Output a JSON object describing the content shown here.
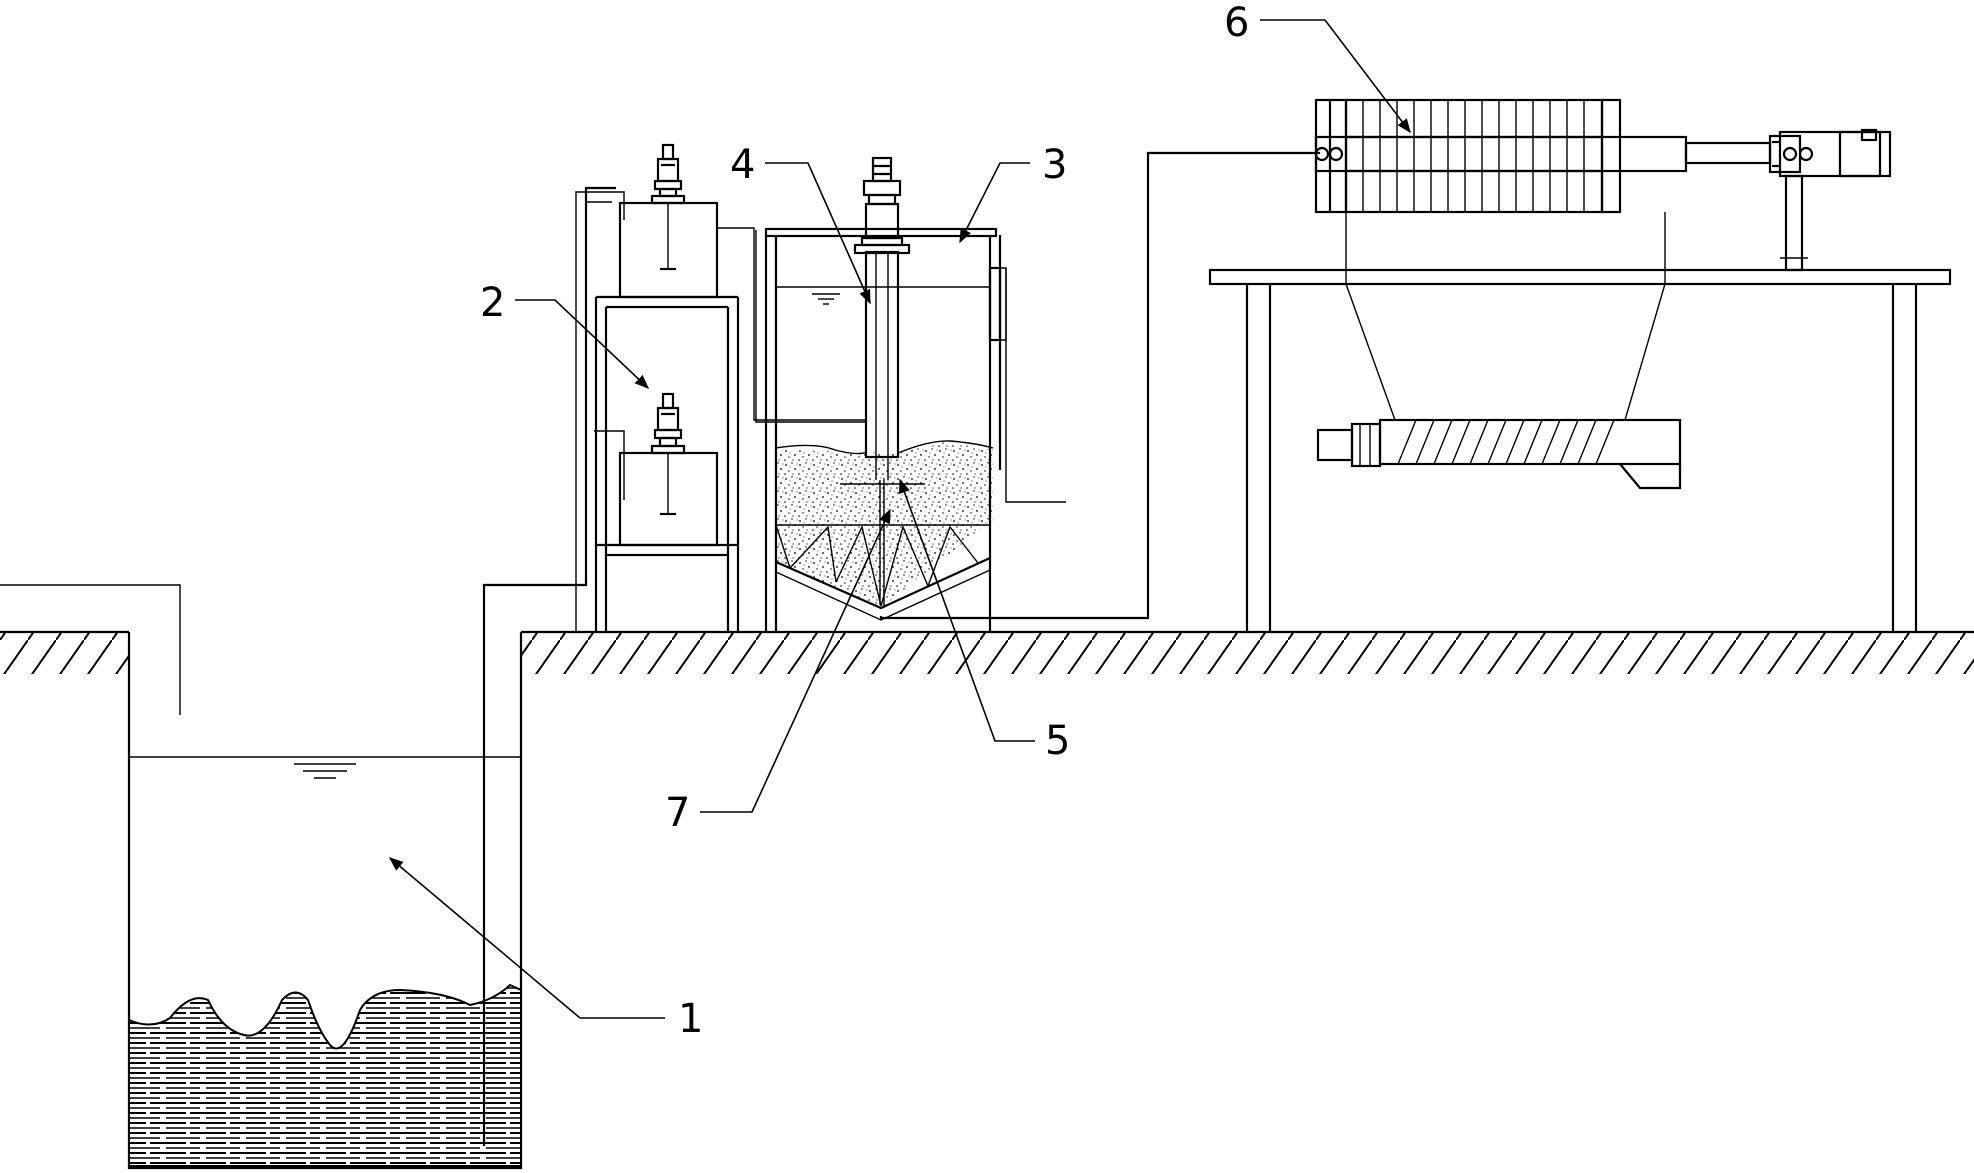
{
  "labels": {
    "n1": "1",
    "n2": "2",
    "n3": "3",
    "n4": "4",
    "n5": "5",
    "n6": "6",
    "n7": "7"
  }
}
